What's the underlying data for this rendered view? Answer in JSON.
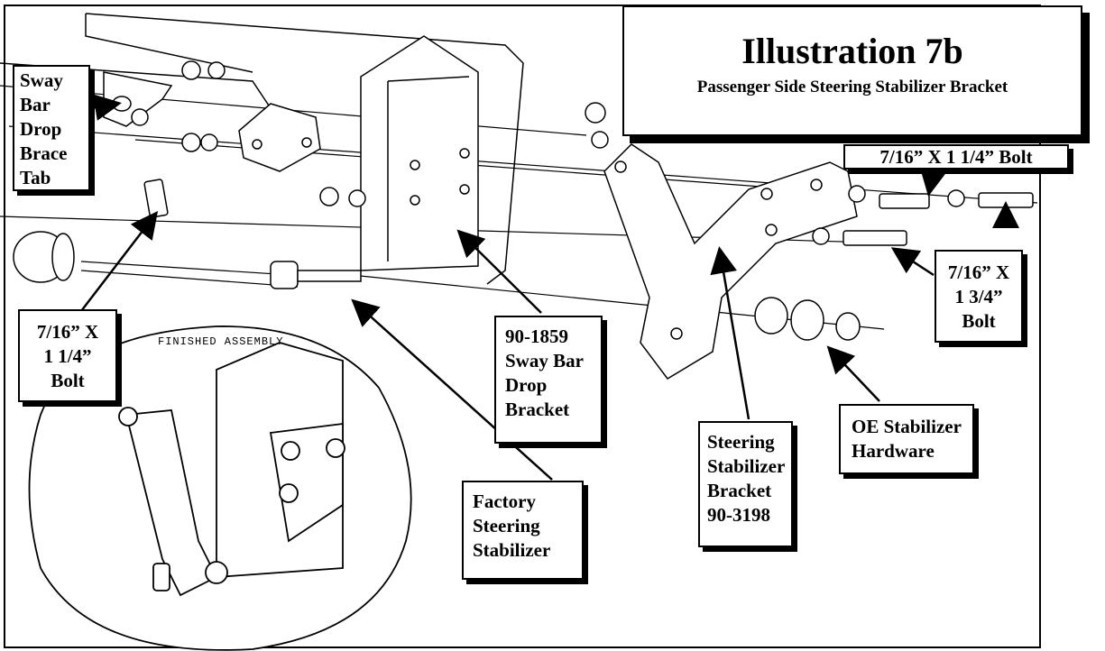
{
  "title": {
    "main": "Illustration 7b",
    "sub": "Passenger Side Steering Stabilizer Bracket"
  },
  "inset_caption": "FINISHED ASSEMBLY",
  "labels": {
    "sway_bar_drop_brace_tab": [
      "Sway",
      "Bar",
      "Drop",
      "Brace",
      "Tab"
    ],
    "bolt_left": [
      "7/16” X",
      "1 1/4”",
      "Bolt"
    ],
    "sway_bar_drop_bracket": [
      "90-1859",
      "Sway Bar",
      "Drop",
      "Bracket"
    ],
    "factory_steering_stabilizer": [
      "Factory",
      "Steering",
      "Stabilizer"
    ],
    "steering_stabilizer_bracket": [
      "Steering",
      "Stabilizer",
      "Bracket",
      "90-3198"
    ],
    "oe_stabilizer_hardware": [
      "OE Stabilizer",
      "Hardware"
    ],
    "bolt_top_right": "7/16” X 1 1/4” Bolt",
    "bolt_right": [
      "7/16” X",
      "1 3/4”",
      "Bolt"
    ]
  }
}
